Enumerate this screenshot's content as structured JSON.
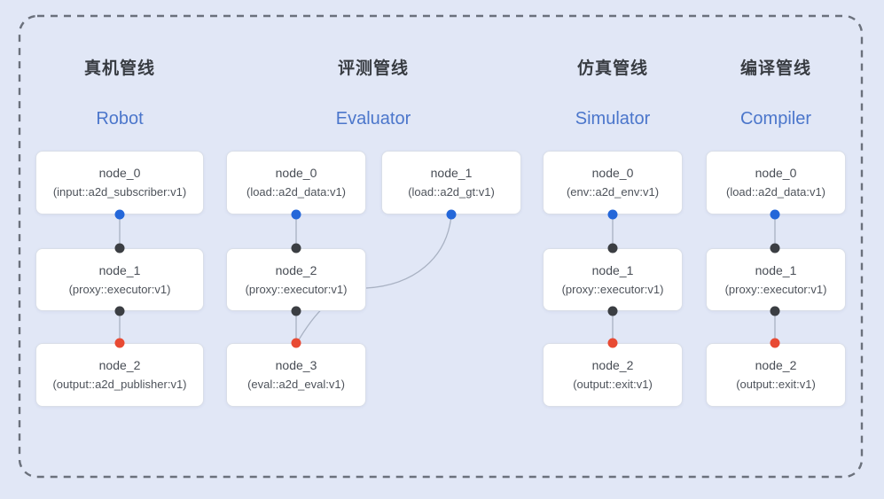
{
  "diagram": {
    "background_color": "#e1e7f6",
    "dashed_border_color": "#6b717c",
    "edge_color": "#a9b2c3",
    "port_colors": {
      "source": "#2467d9",
      "mid": "#3b3e43",
      "sink": "#e84a33"
    },
    "subtitle_color": "#4b76cb"
  },
  "pipelines": [
    {
      "title_zh": "真机管线",
      "title_en": "Robot",
      "nodes": [
        {
          "name": "node_0",
          "type": "(input::a2d_subscriber:v1)"
        },
        {
          "name": "node_1",
          "type": "(proxy::executor:v1)"
        },
        {
          "name": "node_2",
          "type": "(output::a2d_publisher:v1)"
        }
      ]
    },
    {
      "title_zh": "评测管线",
      "title_en": "Evaluator",
      "nodes": [
        {
          "name": "node_0",
          "type": "(load::a2d_data:v1)"
        },
        {
          "name": "node_1",
          "type": "(load::a2d_gt:v1)"
        },
        {
          "name": "node_2",
          "type": "(proxy::executor:v1)"
        },
        {
          "name": "node_3",
          "type": "(eval::a2d_eval:v1)"
        }
      ]
    },
    {
      "title_zh": "仿真管线",
      "title_en": "Simulator",
      "nodes": [
        {
          "name": "node_0",
          "type": "(env::a2d_env:v1)"
        },
        {
          "name": "node_1",
          "type": "(proxy::executor:v1)"
        },
        {
          "name": "node_2",
          "type": "(output::exit:v1)"
        }
      ]
    },
    {
      "title_zh": "编译管线",
      "title_en": "Compiler",
      "nodes": [
        {
          "name": "node_0",
          "type": "(load::a2d_data:v1)"
        },
        {
          "name": "node_1",
          "type": "(proxy::executor:v1)"
        },
        {
          "name": "node_2",
          "type": "(output::exit:v1)"
        }
      ]
    }
  ]
}
